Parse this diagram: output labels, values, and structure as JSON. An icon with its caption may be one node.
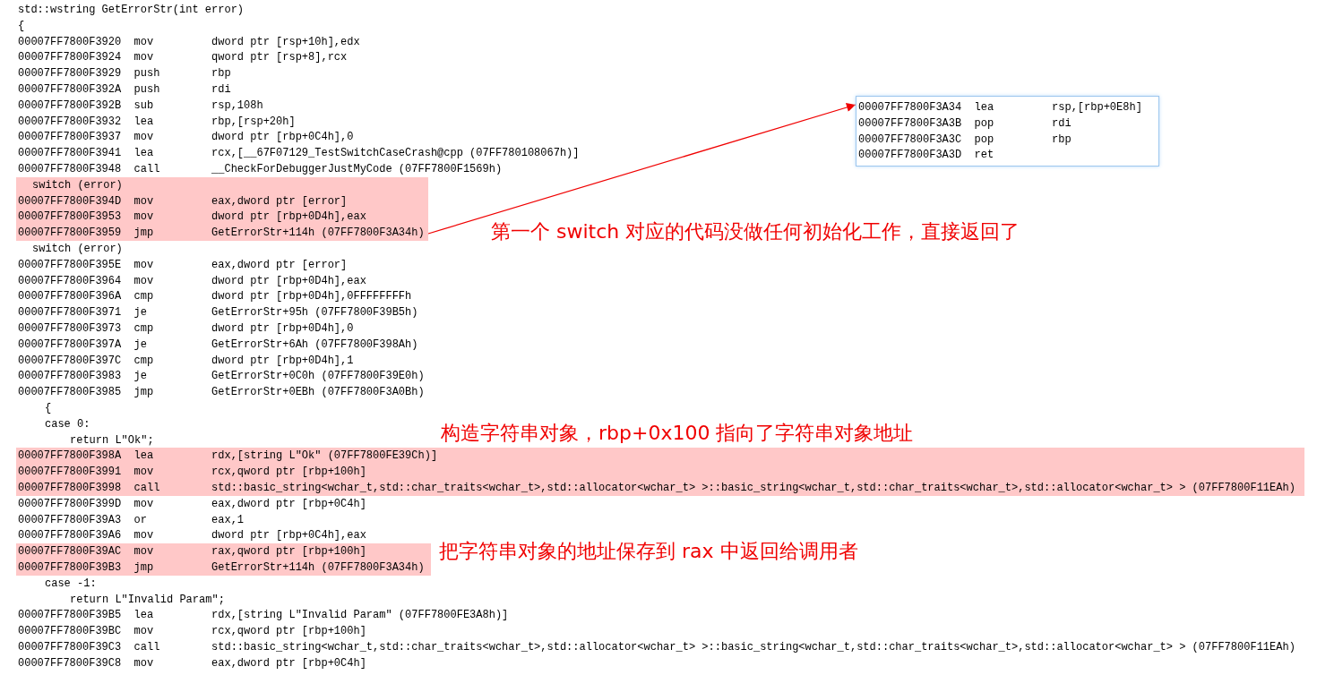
{
  "diagram": {
    "nodes": [
      {
        "text": [
          "00007FF7800F3A34  lea         rsp,[rbp+0E8h]",
          "00007FF7800F3A3B  pop         rdi",
          "00007FF7800F3A3C  pop         rbp",
          "00007FF7800F3A3D  ret"
        ]
      },
      {
        "text": [
          "switch (error)",
          "00007FF7800F394D  mov         eax,dword ptr [error]",
          "00007FF7800F3953  mov         dword ptr [rbp+0D4h],eax",
          "00007FF7800F3959  jmp         GetErrorStr+114h (07FF7800F3A34h)"
        ],
        "beside": [
          "第一个 switch 对应的代码没做任何初始化工作，直接返回了"
        ]
      },
      {
        "text": [
          "00007FF7800F398A  lea         rdx,[string L\"Ok\" (07FF7800FE39Ch)]",
          "00007FF7800F3991  mov         rcx,qword ptr [rbp+100h]",
          "00007FF7800F3998  call        std::basic_string<wchar_t,std::char_traits<wchar_t>,std::allocator<wchar_t> >::basic_string<wchar_t,std::char_traits<wchar_t>,std::allocator<wchar_t> > (07FF7800F11EAh)"
        ],
        "beside": [
          "构造字符串对象，rbp+0x100 指向了字符串对象地址"
        ]
      },
      {
        "text": [
          "00007FF7800F39AC  mov         rax,qword ptr [rbp+100h]",
          "00007FF7800F39B3  jmp         GetErrorStr+114h (07FF7800F3A34h)"
        ],
        "beside": [
          "把字符串对象的地址保存到 rax 中返回给调用者"
        ]
      }
    ],
    "edges": [
      {
        "from": 1,
        "to": 0,
        "arrow": "to"
      }
    ],
    "labels": [
      "std::wstring GetErrorStr(int error)",
      "{",
      "00007FF7800F3920  mov         dword ptr [rsp+10h],edx",
      "00007FF7800F3924  mov         qword ptr [rsp+8],rcx",
      "00007FF7800F3929  push        rbp",
      "00007FF7800F392A  push        rdi",
      "00007FF7800F392B  sub         rsp,108h",
      "00007FF7800F3932  lea         rbp,[rsp+20h]",
      "00007FF7800F3937  mov         dword ptr [rbp+0C4h],0",
      "00007FF7800F3941  lea         rcx,[__67F07129_TestSwitchCaseCrash@cpp (07FF780108067h)]",
      "00007FF7800F3948  call        __CheckForDebuggerJustMyCode (07FF7800F1569h)",
      "switch (error)",
      "00007FF7800F395E  mov         eax,dword ptr [error]",
      "00007FF7800F3964  mov         dword ptr [rbp+0D4h],eax",
      "00007FF7800F396A  cmp         dword ptr [rbp+0D4h],0FFFFFFFFh",
      "00007FF7800F3971  je          GetErrorStr+95h (07FF7800F39B5h)",
      "00007FF7800F3973  cmp         dword ptr [rbp+0D4h],0",
      "00007FF7800F397A  je          GetErrorStr+6Ah (07FF7800F398Ah)",
      "00007FF7800F397C  cmp         dword ptr [rbp+0D4h],1",
      "00007FF7800F3983  je          GetErrorStr+0C0h (07FF7800F39E0h)",
      "00007FF7800F3985  jmp         GetErrorStr+0EBh (07FF7800F3A0Bh)",
      "{",
      "case 0:",
      "return L\"Ok\";",
      "00007FF7800F399D  mov         eax,dword ptr [rbp+0C4h]",
      "00007FF7800F39A3  or          eax,1",
      "00007FF7800F39A6  mov         dword ptr [rbp+0C4h],eax",
      "case -1:",
      "return L\"Invalid Param\";",
      "00007FF7800F39B5  lea         rdx,[string L\"Invalid Param\" (07FF7800FE3A8h)]",
      "00007FF7800F39BC  mov         rcx,qword ptr [rbp+100h]",
      "00007FF7800F39C3  call        std::basic_string<wchar_t,std::char_traits<wchar_t>,std::allocator<wchar_t> >::basic_string<wchar_t,std::char_traits<wchar_t>,std::allocator<wchar_t> > (07FF7800F11EAh)",
      "00007FF7800F39C8  mov         eax,dword ptr [rbp+0C4h]"
    ]
  }
}
